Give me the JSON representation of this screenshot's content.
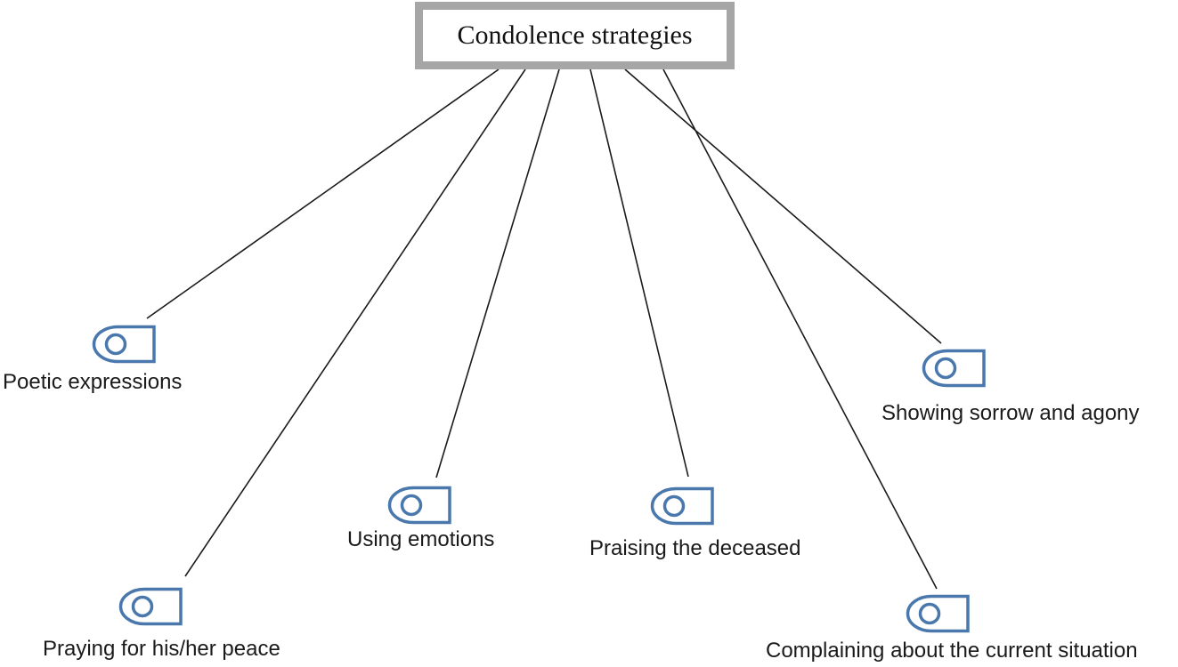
{
  "diagram": {
    "root": {
      "label": "Condolence strategies"
    },
    "nodes": [
      {
        "label": "Poetic expressions"
      },
      {
        "label": "Praying for his/her peace"
      },
      {
        "label": "Using emotions"
      },
      {
        "label": "Praising the deceased"
      },
      {
        "label": "Showing sorrow and agony"
      },
      {
        "label": "Complaining about the current situation"
      }
    ],
    "colors": {
      "icon_stroke": "#4a78ad",
      "box_border": "#a6a6a6",
      "connector": "#1a1a1a",
      "text": "#1a1a1a"
    }
  }
}
